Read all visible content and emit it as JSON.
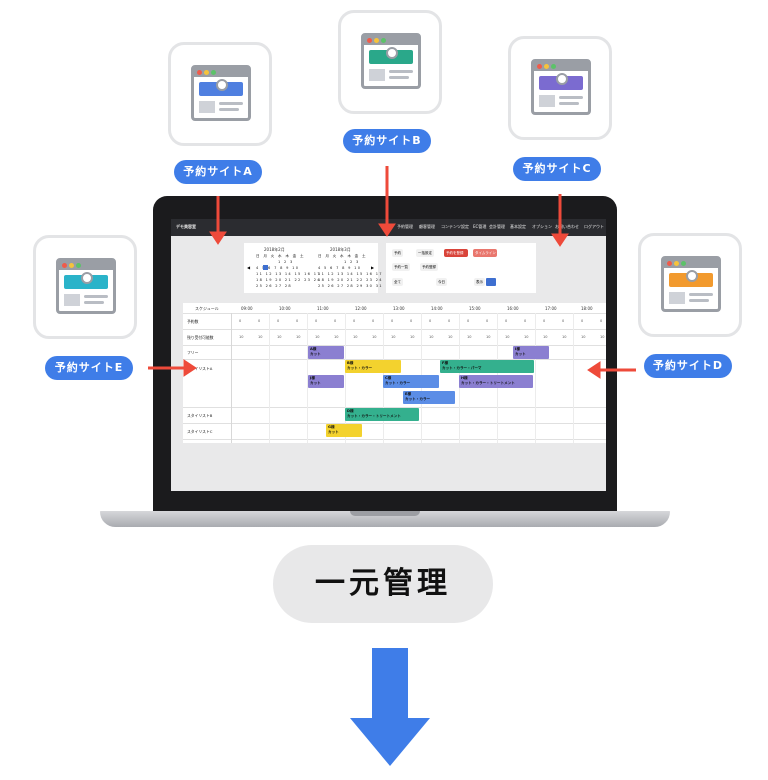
{
  "sites": [
    {
      "label": "予約サイトA",
      "color": "#4f7fe0"
    },
    {
      "label": "予約サイトB",
      "color": "#2aa88a"
    },
    {
      "label": "予約サイトC",
      "color": "#7b6bd0"
    },
    {
      "label": "予約サイトD",
      "color": "#f29a2e"
    },
    {
      "label": "予約サイトE",
      "color": "#2ab3c9"
    }
  ],
  "center_label": "一元管理",
  "app": {
    "title": "デモ美容室",
    "nav": [
      "予約管理",
      "顧客管理",
      "コンテンツ設定",
      "EC管理",
      "会計管理",
      "基本設定",
      "オプション",
      "お問い合わせ",
      "ログアウト"
    ],
    "calendar": {
      "months": [
        "2018年2月",
        "2018年3月"
      ],
      "weekdays": "日 月 火 水 木 金 土",
      "feb_rows": [
        "1 2 3",
        "4 5 6 7 8 9 10",
        "11 12 13 14 15 16 17",
        "18 19 20 21 22 23 24",
        "25 26 27 28"
      ],
      "mar_rows": [
        "1 2 3",
        "4 5 6 7 8 9 10",
        "11 12 13 14 15 16 17",
        "18 19 20 21 22 23 24",
        "25 26 27 28 29 30 31"
      ]
    },
    "controls": {
      "setting": "予約",
      "bulk": "一括設定",
      "add": "予約を登録",
      "extra": "タイムライン",
      "list": "予約一覧",
      "filter": "予約登録",
      "all": "全て",
      "today": "今日",
      "display": "表示"
    },
    "schedule": {
      "title": "スケジュール",
      "hours": [
        "09:00",
        "10:00",
        "11:00",
        "12:00",
        "13:00",
        "14:00",
        "15:00",
        "16:00",
        "17:00",
        "18:00"
      ],
      "rows": [
        "予約数",
        "残り受付可能数",
        "フリー",
        "スタイリストA",
        "スタイリストB",
        "スタイリストC"
      ],
      "count_values": [
        "0",
        "0",
        "0",
        "0",
        "0",
        "0",
        "0",
        "0",
        "0",
        "0",
        "0",
        "0",
        "0",
        "0",
        "0",
        "0",
        "0",
        "0",
        "0",
        "0"
      ],
      "capacity_values": [
        "10",
        "10",
        "10",
        "10",
        "10",
        "10",
        "10",
        "10",
        "10",
        "10",
        "10",
        "10",
        "10",
        "10",
        "10",
        "10",
        "10",
        "10",
        "10",
        "10"
      ],
      "appointments": [
        {
          "name": "A様",
          "menu": "カット",
          "color": "#8b7fd1"
        },
        {
          "name": "B様",
          "menu": "カット・カラー",
          "color": "#f3d22e"
        },
        {
          "name": "F様",
          "menu": "カット・カラー・パーマ",
          "color": "#34b08e"
        },
        {
          "name": "I様",
          "menu": "カット",
          "color": "#8b7fd1"
        },
        {
          "name": "J様",
          "menu": "カット",
          "color": "#8b7fd1"
        },
        {
          "name": "C様",
          "menu": "カット・カラー",
          "color": "#5b8de6"
        },
        {
          "name": "H様",
          "menu": "カット・カラー・トリートメント",
          "color": "#8b7fd1"
        },
        {
          "name": "E様",
          "menu": "カット・カラー",
          "color": "#5b8de6"
        },
        {
          "name": "D様",
          "menu": "カット・カラー・トリートメント",
          "color": "#34b08e"
        },
        {
          "name": "G様",
          "menu": "カット",
          "color": "#f3d22e"
        }
      ]
    }
  },
  "colors": {
    "arrow": "#ee4a3a",
    "pill": "#3f7de8",
    "down_arrow": "#3f7de8"
  }
}
